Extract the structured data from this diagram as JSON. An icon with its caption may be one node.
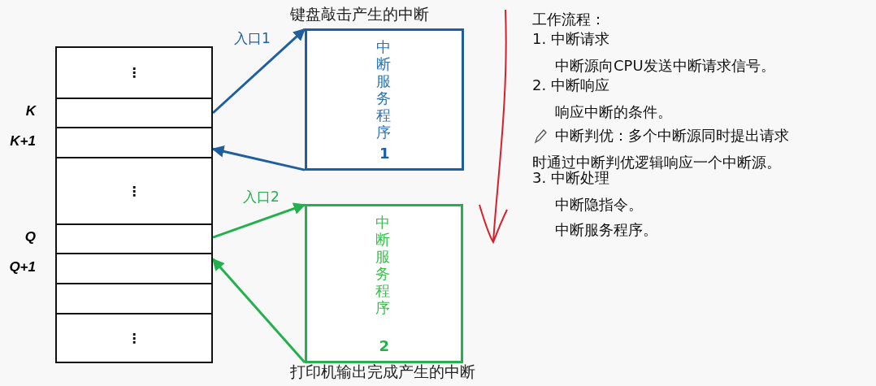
{
  "diagram": {
    "nodes": [
      {
        "text": [
          "⋮"
        ]
      },
      {
        "text": [],
        "shape": "box",
        "beside": [
          "K"
        ]
      },
      {
        "text": [],
        "shape": "box",
        "beside": [
          "K+1"
        ]
      },
      {
        "text": [
          "⋮"
        ]
      },
      {
        "text": [],
        "shape": "box",
        "beside": [
          "Q"
        ]
      },
      {
        "text": [],
        "shape": "box",
        "beside": [
          "Q+1"
        ]
      },
      {
        "text": [],
        "shape": "box"
      },
      {
        "text": [
          "⋮"
        ]
      },
      {
        "text": [
          "键盘敲击产生的中断",
          "中断服务程序",
          "1"
        ]
      },
      {
        "text": [
          "中断服务程序",
          "2",
          "打印机输出完成产生的中断"
        ]
      }
    ],
    "edges": [
      {
        "from": 1,
        "to": 8,
        "arrow": "to",
        "label": "入口1",
        "color": "#1f5fa0"
      },
      {
        "from": 8,
        "to": 2,
        "arrow": "to",
        "color": "#1f5fa0"
      },
      {
        "from": 4,
        "to": 9,
        "arrow": "to",
        "label": "入口2",
        "color": "#22b14c"
      },
      {
        "from": 9,
        "to": 5,
        "arrow": "to",
        "color": "#22b14c"
      }
    ],
    "labels": [
      "工作流程：",
      "1. 中断请求",
      "中断源向CPU发送中断请求信号。",
      "2. 中断响应",
      "响应中断的条件。",
      "中断判优：多个中断源同时提出请求时通过中断判优逻辑响应一个中断源。",
      "3. 中断处理",
      "中断隐指令。",
      "中断服务程序。"
    ]
  }
}
